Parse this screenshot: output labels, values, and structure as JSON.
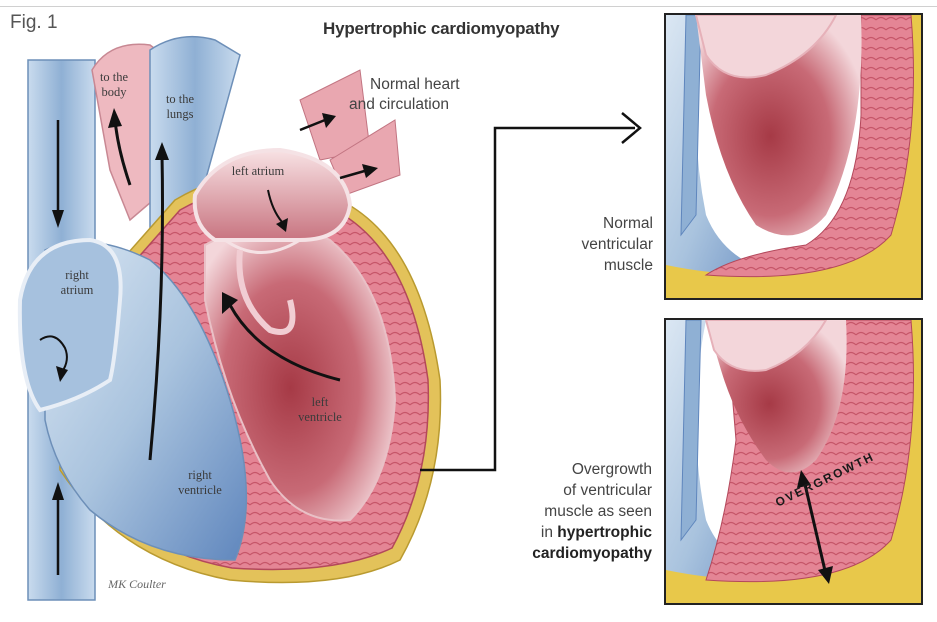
{
  "figure": {
    "label": "Fig. 1",
    "title": "Hypertrophic cardiomyopathy"
  },
  "main_heart": {
    "heading_line1": "Normal heart",
    "heading_line2": "and circulation",
    "labels": {
      "to_body_1": "to the",
      "to_body_2": "body",
      "to_lungs_1": "to the",
      "to_lungs_2": "lungs",
      "left_atrium": "left atrium",
      "right_atrium_1": "right",
      "right_atrium_2": "atrium",
      "left_ventricle_1": "left",
      "left_ventricle_2": "ventricle",
      "right_ventricle_1": "right",
      "right_ventricle_2": "ventricle"
    },
    "signature": "MK Coulter"
  },
  "normal_panel": {
    "caption_line1": "Normal",
    "caption_line2": "ventricular",
    "caption_line3": "muscle"
  },
  "overgrowth_panel": {
    "caption_line1": "Overgrowth",
    "caption_line2": "of ventricular",
    "caption_line3": "muscle as seen",
    "caption_line4_prefix": "in ",
    "caption_line4_bold": "hypertrophic",
    "caption_line5_bold": "cardiomyopathy",
    "arrow_text": "OVERGROWTH"
  },
  "colors": {
    "muscle_pink": "#e07c8c",
    "muscle_dark": "#b84a5c",
    "chamber_red": "#a83a48",
    "vessel_blue": "#7fa3c9",
    "deep_blue": "#3d66a8",
    "fat_yellow": "#e8c84a"
  }
}
